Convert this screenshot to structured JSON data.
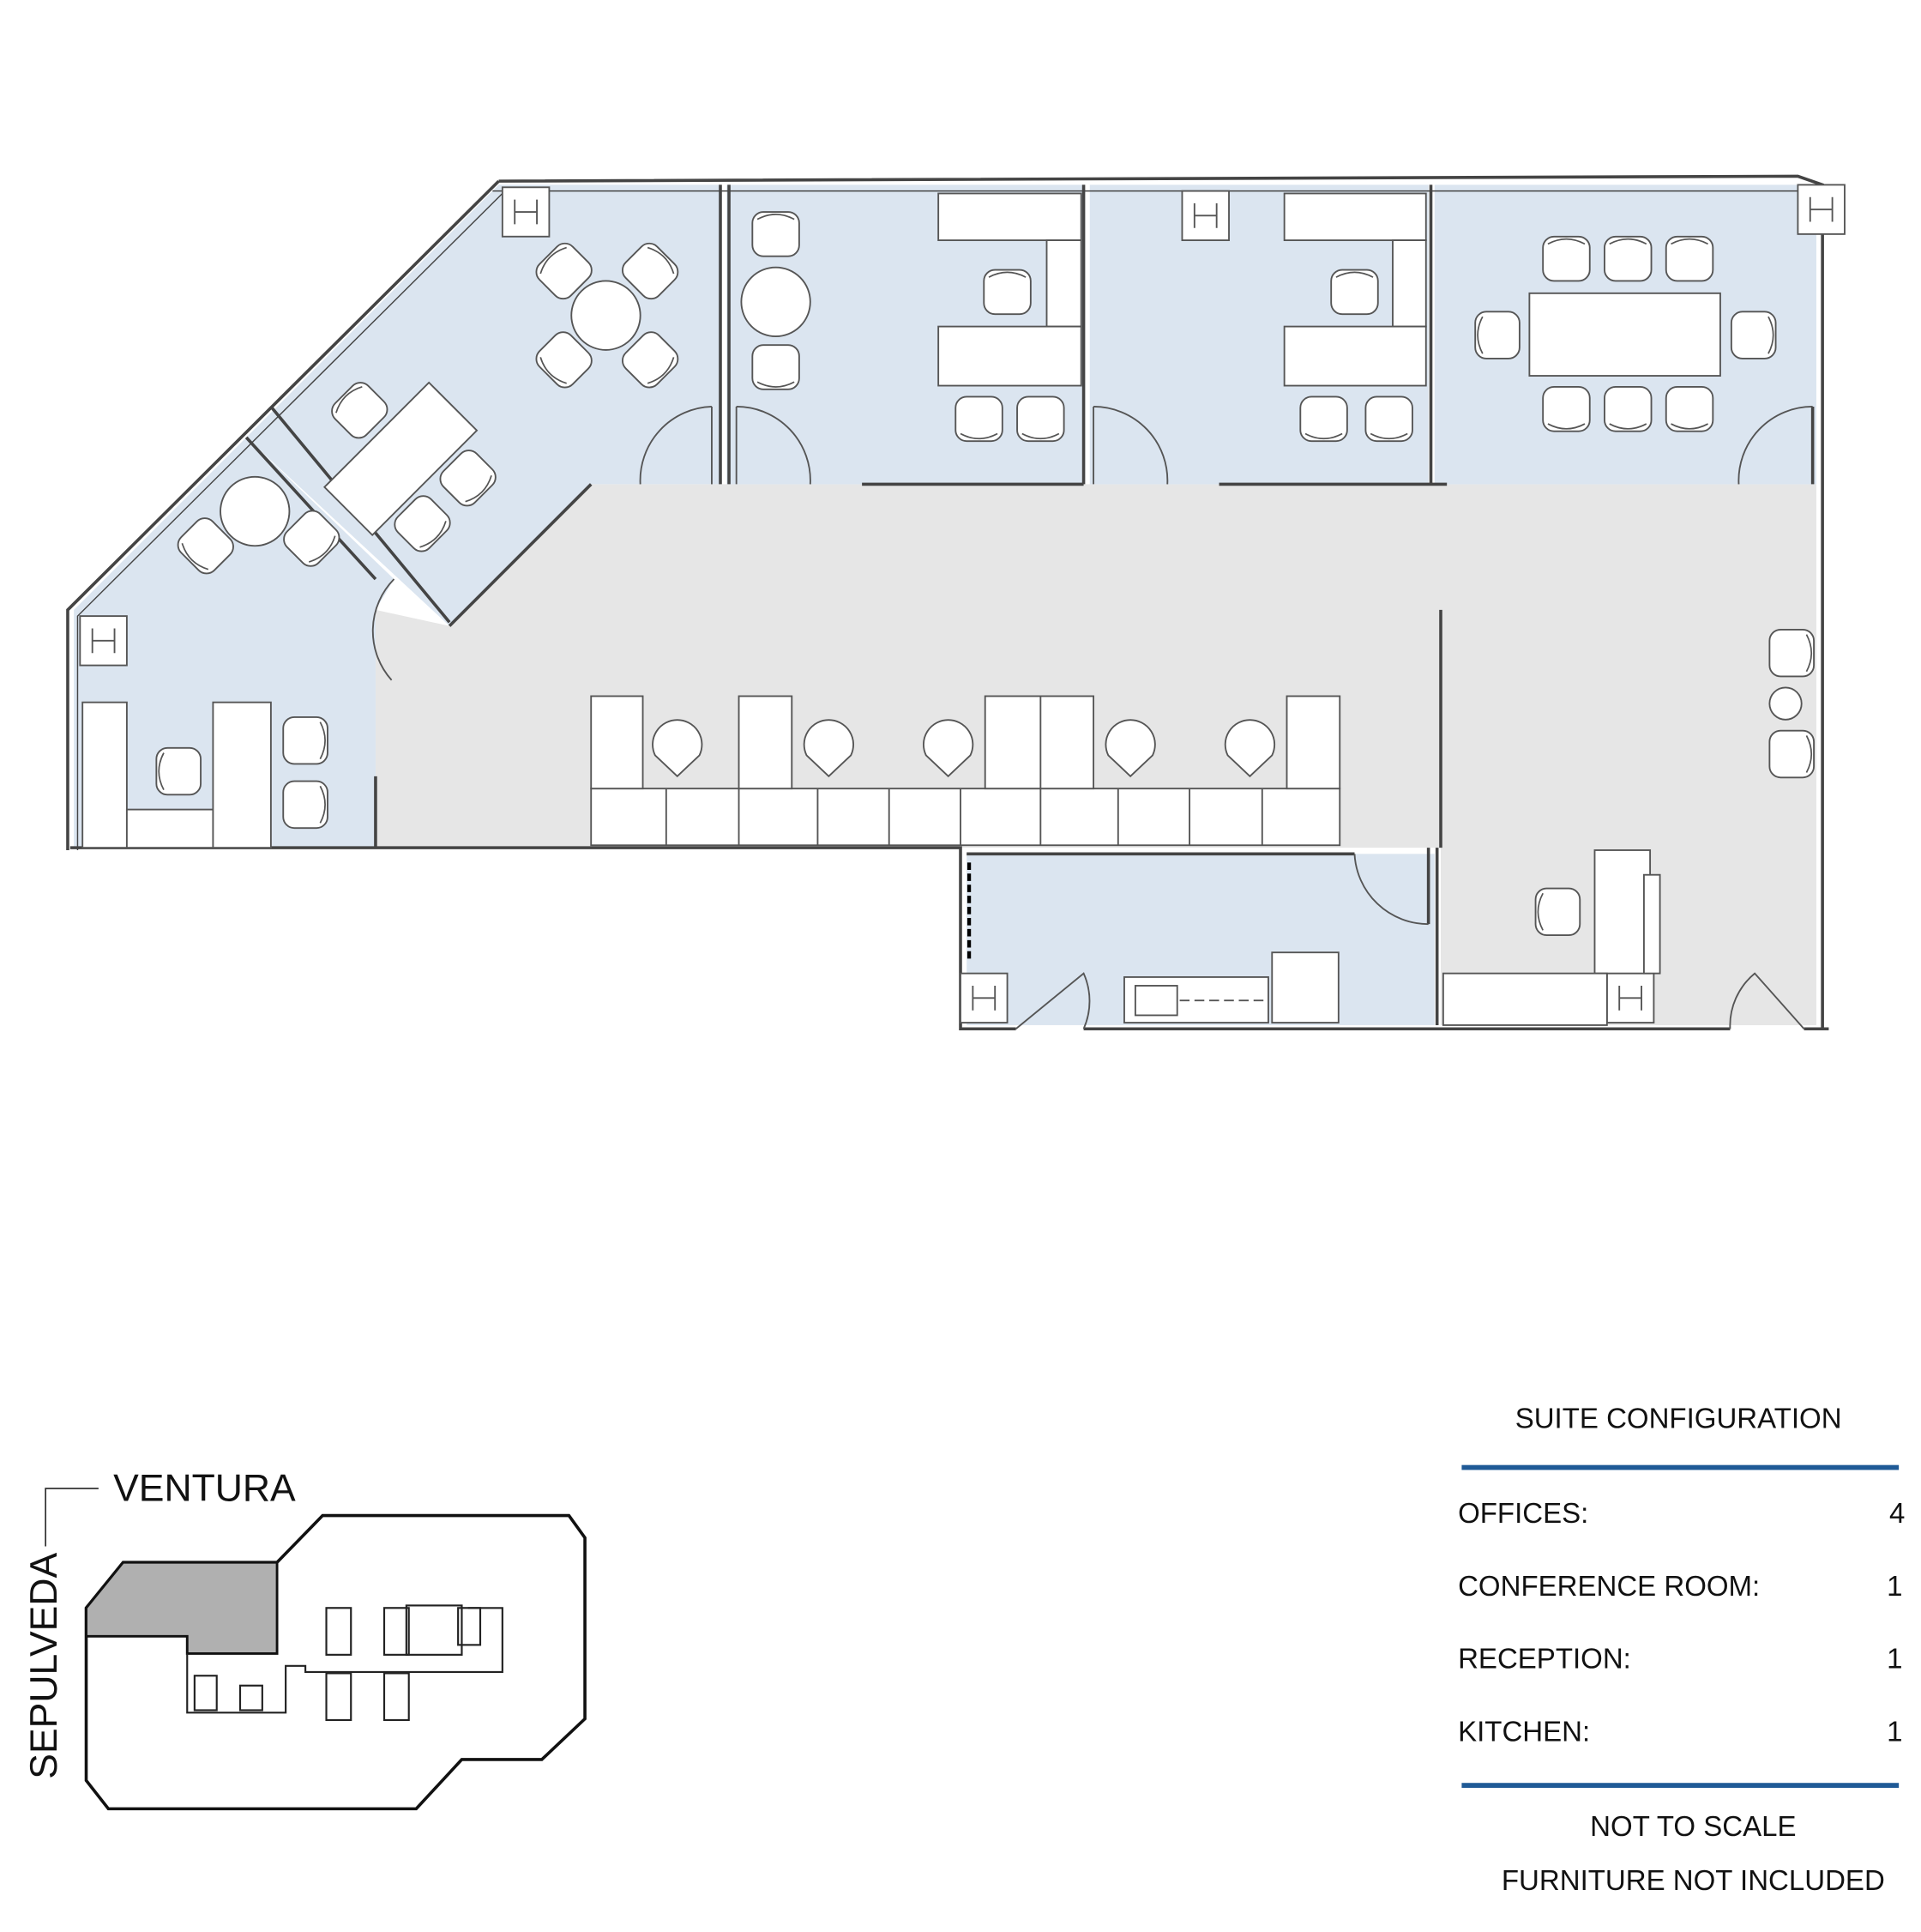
{
  "legend": {
    "title": "SUITE CONFIGURATION",
    "rows": [
      {
        "label": "OFFICES:",
        "value": "4"
      },
      {
        "label": "CONFERENCE ROOM:",
        "value": "1"
      },
      {
        "label": "RECEPTION:",
        "value": "1"
      },
      {
        "label": "KITCHEN:",
        "value": "1"
      }
    ],
    "note_scale": "NOT TO SCALE",
    "note_furniture": "FURNITURE NOT INCLUDED",
    "accent_color": "#1f5a96"
  },
  "key_plan": {
    "street_top": "VENTURA",
    "street_left": "SEPULVEDA",
    "suite_fill": "#b0b0b0"
  },
  "colors": {
    "room": "#dbe5f0",
    "corridor": "#e6e6e6"
  }
}
